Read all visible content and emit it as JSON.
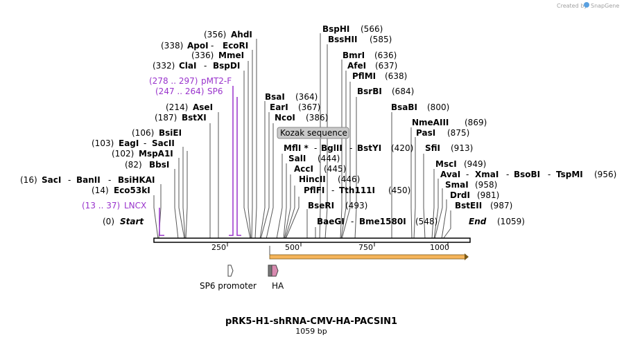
{
  "credit": "Created by",
  "brand": "SnapGene",
  "map_title": "pRK5-H1-shRNA-CMV-HA-PACSIN1",
  "map_length": "1059 bp",
  "ruler_ticks": [
    "250",
    "500",
    "750",
    "1000"
  ],
  "colors": {
    "primer": "#9933cc",
    "feature_orange": "#f5b45a",
    "feature_pink": "#d98ab0",
    "kozak_fill": "#c9c9c9"
  },
  "primers": [
    {
      "pos": "(278 .. 297)",
      "name": "pMT2-F"
    },
    {
      "pos": "(247 .. 264)",
      "name": "SP6"
    },
    {
      "pos": "(13 .. 37)",
      "name": "LNCX"
    }
  ],
  "sites": [
    {
      "pos": "(356)",
      "name": "AhdI"
    },
    {
      "pos": "(338)",
      "name": "ApoI",
      "name2": "EcoRI"
    },
    {
      "pos": "(336)",
      "name": "MmeI"
    },
    {
      "pos": "(332)",
      "name": "ClaI",
      "name2": "BspDI"
    },
    {
      "pos": "(214)",
      "name": "AseI"
    },
    {
      "pos": "(187)",
      "name": "BstXI"
    },
    {
      "pos": "(106)",
      "name": "BsiEI"
    },
    {
      "pos": "(103)",
      "name": "EagI",
      "name2": "SacII"
    },
    {
      "pos": "(102)",
      "name": "MspA1I"
    },
    {
      "pos": "(82)",
      "name": "BbsI"
    },
    {
      "pos": "(16)",
      "name": "SacI",
      "name2": "BanII",
      "name3": "BsiHKAI"
    },
    {
      "pos": "(14)",
      "name": "Eco53kI"
    },
    {
      "pos": "(0)",
      "name": "Start"
    },
    {
      "pos": "(566)",
      "name": "BspHI"
    },
    {
      "pos": "(585)",
      "name": "BssHII"
    },
    {
      "pos": "(636)",
      "name": "BmrI"
    },
    {
      "pos": "(637)",
      "name": "AfeI"
    },
    {
      "pos": "(638)",
      "name": "PflMI"
    },
    {
      "pos": "(684)",
      "name": "BsrBI"
    },
    {
      "pos": "(364)",
      "name": "BsaI"
    },
    {
      "pos": "(367)",
      "name": "EarI"
    },
    {
      "pos": "(386)",
      "name": "NcoI"
    },
    {
      "pos": "(800)",
      "name": "BsaBI"
    },
    {
      "pos": "(869)",
      "name": "NmeAIII"
    },
    {
      "pos": "(875)",
      "name": "PasI"
    },
    {
      "pos": "(913)",
      "name": "SfiI"
    },
    {
      "pos": "(420)",
      "name": "MflI *",
      "name2": "BglII",
      "name3": "BstYI"
    },
    {
      "pos": "(444)",
      "name": "SalI"
    },
    {
      "pos": "(445)",
      "name": "AccI"
    },
    {
      "pos": "(446)",
      "name": "HincII"
    },
    {
      "pos": "(450)",
      "name": "PflFI",
      "name2": "Tth111I"
    },
    {
      "pos": "(493)",
      "name": "BseRI"
    },
    {
      "pos": "(548)",
      "name": "BaeGI",
      "name2": "Bme1580I"
    },
    {
      "pos": "(949)",
      "name": "MscI"
    },
    {
      "pos": "(956)",
      "name": "AvaI",
      "name2": "XmaI",
      "name3": "BsoBI",
      "name4": "TspMI"
    },
    {
      "pos": "(958)",
      "name": "SmaI"
    },
    {
      "pos": "(981)",
      "name": "DrdI"
    },
    {
      "pos": "(987)",
      "name": "BstEII"
    },
    {
      "pos": "(1059)",
      "name": "End"
    }
  ],
  "kozak": "Kozak sequence",
  "features": [
    {
      "name": "SP6 promoter"
    },
    {
      "name": "HA"
    }
  ]
}
